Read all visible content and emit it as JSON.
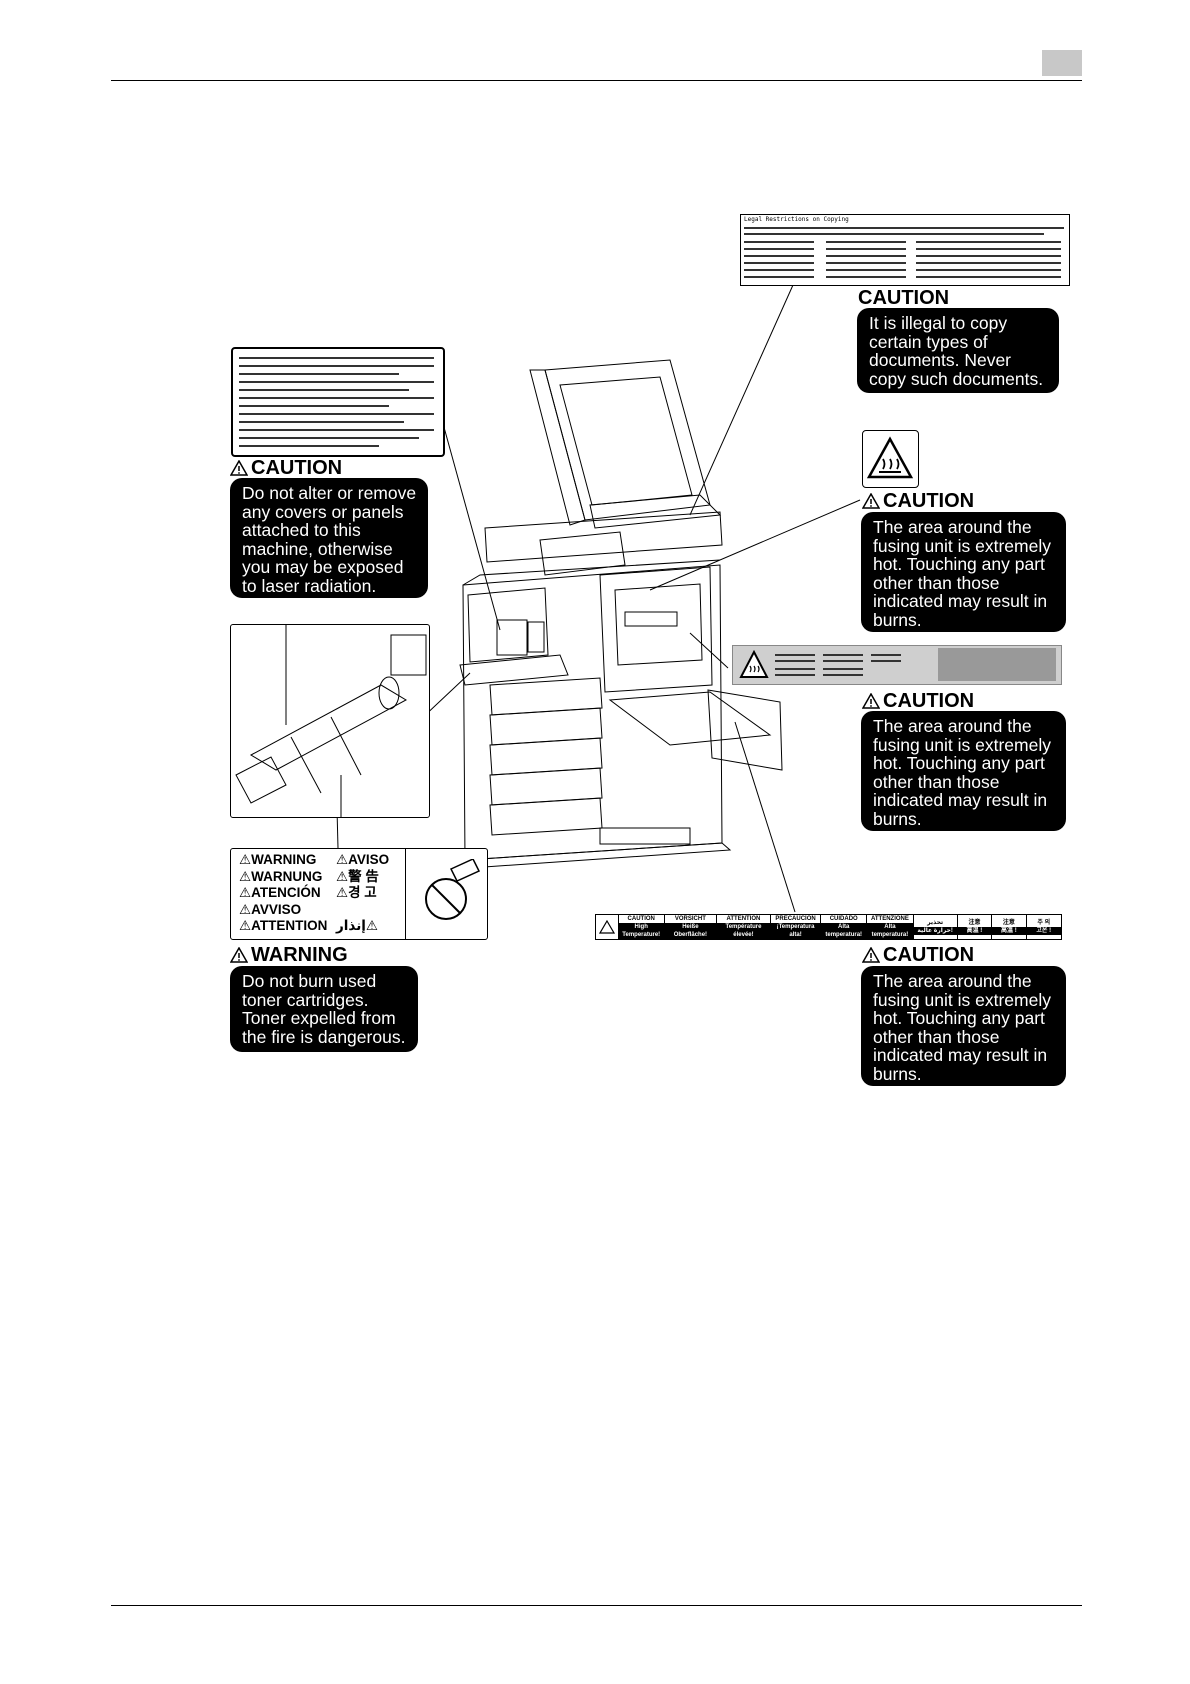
{
  "captions": {
    "legal": {
      "heading": "CAUTION",
      "lines": [
        "It is illegal to copy",
        "certain types of",
        "documents. Never",
        "copy such documents."
      ]
    },
    "laser": {
      "heading": "CAUTION",
      "lines": [
        "Do not alter or remove",
        "any covers or panels",
        "attached to this",
        "machine, otherwise",
        "you may be exposed",
        "to laser radiation."
      ]
    },
    "fusing_1": {
      "heading": "CAUTION",
      "lines": [
        "The area around the",
        "fusing unit is extremely",
        "hot. Touching any part",
        "other than those",
        "indicated may result in",
        "burns."
      ]
    },
    "fusing_2": {
      "heading": "CAUTION",
      "lines": [
        "The area around the",
        "fusing unit is extremely",
        "hot. Touching any part",
        "other than those",
        "indicated may result in",
        "burns."
      ]
    },
    "toner": {
      "heading": "WARNING",
      "lines": [
        "Do not burn used",
        "toner cartridges.",
        "Toner expelled from",
        "the fire is dangerous."
      ]
    },
    "fusing_3": {
      "heading": "CAUTION",
      "lines": [
        "The area around the",
        "fusing unit is extremely",
        "hot. Touching any part",
        "other than those",
        "indicated may result in",
        "burns."
      ]
    }
  },
  "warning_label": {
    "left": [
      "WARNING",
      "WARNUNG",
      "ATENCIÓN",
      "AVVISO",
      "ATTENTION"
    ],
    "right": [
      "AVISO",
      "警 告",
      "경 고",
      "إنذار"
    ]
  },
  "strip_label": {
    "top": [
      "CAUTION",
      "VORSICHT",
      "ATTENTION",
      "PRECAUCIÓN",
      "CUIDADO",
      "ATTENZIONE",
      "تحذير",
      "注意",
      "注意",
      "주 의"
    ],
    "bottom": [
      "High Temperature!",
      "Heiße Oberfläche!",
      "Température élevée!",
      "¡Temperatura alta!",
      "Alta temperatura!",
      "Alta temperatura!",
      "حرارة عالية!",
      "高温 !",
      "高溫 !",
      "고온 !"
    ]
  },
  "legal_label": {
    "title": "Legal Restrictions on Copying"
  }
}
